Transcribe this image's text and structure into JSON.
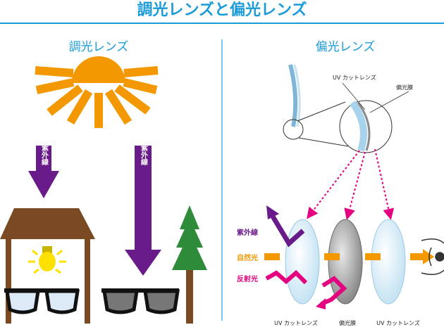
{
  "title": "調光レンズと偏光レンズ",
  "left": {
    "heading": "調光レンズ",
    "uv_label": "紫外線",
    "uv_label_2": "紫外線"
  },
  "right": {
    "heading": "偏光レンズ",
    "callout_uv_cut": "UV カットレンズ",
    "callout_polar_film": "偏光膜",
    "legend_uv": "紫外線",
    "legend_natural": "自然光",
    "legend_reflected": "反射光",
    "caption_lens1": "UV カットレンズ",
    "caption_lens2": "偏光膜",
    "caption_lens3": "UV カットレンズ"
  },
  "colors": {
    "accent": "#1a9bd8",
    "sun": "#f39800",
    "uv": "#6a1b8a",
    "natural": "#f39800",
    "reflected": "#e4007f",
    "house": "#7a4a22",
    "tree": "#2e8b3a",
    "bulb": "#ffe100"
  }
}
